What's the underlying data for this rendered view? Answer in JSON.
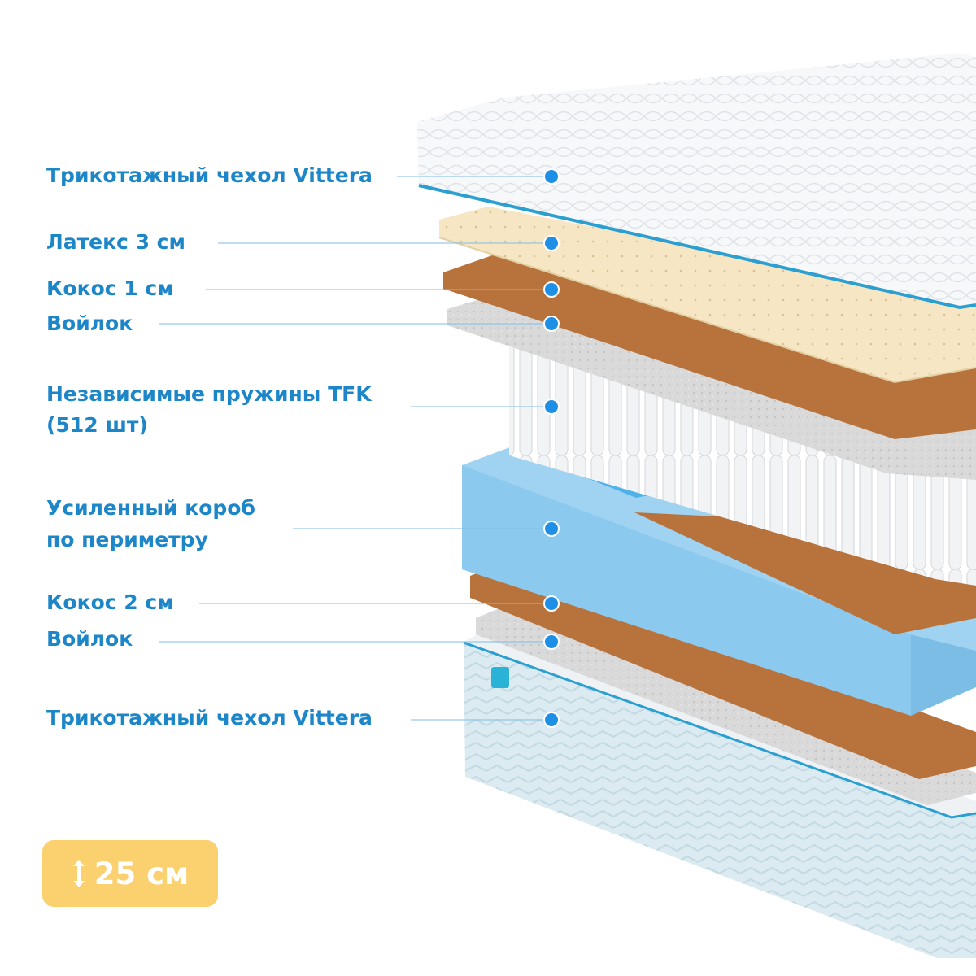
{
  "labels": {
    "top_cover": "Трикотажный чехол Vittera",
    "latex": "Латекс 3 см",
    "coconut_top": "Кокос 1 см",
    "felt_top": "Войлок",
    "springs_line1": "Независимые пружины TFK",
    "springs_line2": "(512 шт)",
    "frame_line1": "Усиленный короб",
    "frame_line2": "по периметру",
    "coconut_bottom": "Кокос 2 см",
    "felt_bottom": "Войлок",
    "bottom_cover": "Трикотажный чехол Vittera"
  },
  "badge": {
    "height_label": "25 см",
    "icon": "vertical-double-arrow-icon"
  },
  "colors": {
    "accent_blue": "#1c86c8",
    "marker_blue": "#1e8fe6",
    "badge_yellow": "#fbd06e",
    "latex": "#f6e6c4",
    "coconut": "#b8733d",
    "felt": "#d9d9d9",
    "foam": "#8fcbee",
    "cover": "#f7f8fa"
  }
}
